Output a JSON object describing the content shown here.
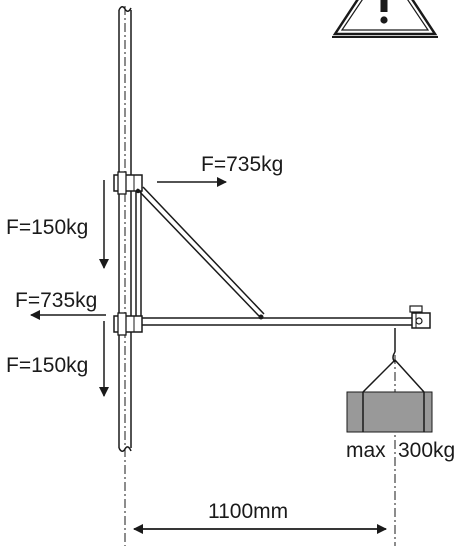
{
  "colors": {
    "line": "#1a1a1a",
    "weight_fill": "#999999",
    "background": "#ffffff"
  },
  "icons": {
    "warning": "warning-triangle-icon"
  },
  "labels": {
    "force_top_right": "F=735kg",
    "force_top_left": "F=150kg",
    "force_bottom_left_horizontal": "F=735kg",
    "force_bottom_left_vertical": "F=150kg",
    "load_max": "max",
    "load_value": "300kg",
    "span": "1100mm"
  }
}
